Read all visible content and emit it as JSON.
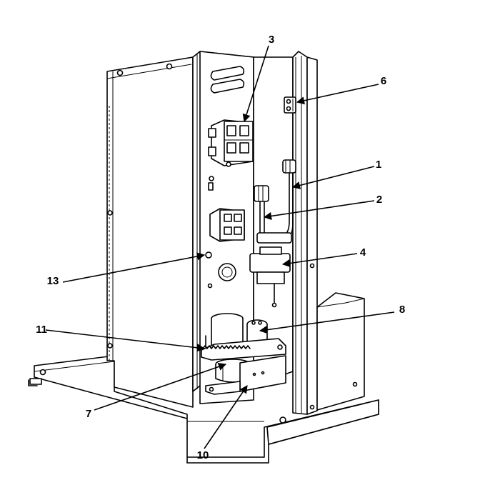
{
  "callouts": {
    "c1": "1",
    "c2": "2",
    "c3": "3",
    "c4": "4",
    "c6": "6",
    "c7": "7",
    "c8": "8",
    "c10": "10",
    "c11": "11",
    "c13": "13"
  }
}
